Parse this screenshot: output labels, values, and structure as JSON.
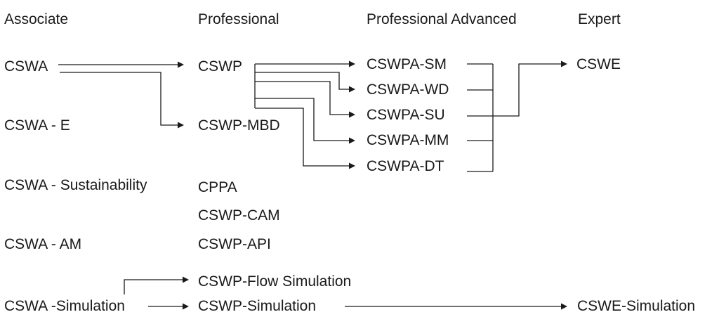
{
  "columns": {
    "associate": "Associate",
    "professional": "Professional",
    "professional_advanced": "Professional Advanced",
    "expert": "Expert"
  },
  "associate": [
    "CSWA",
    "CSWA - E",
    "CSWA - Sustainability",
    "CSWA - AM",
    "CSWA -Simulation"
  ],
  "professional": [
    "CSWP",
    "CSWP-MBD",
    "CPPA",
    "CSWP-CAM",
    "CSWP-API",
    "CSWP-Flow Simulation",
    "CSWP-Simulation"
  ],
  "professional_advanced": [
    "CSWPA-SM",
    "CSWPA-WD",
    "CSWPA-SU",
    "CSWPA-MM",
    "CSWPA-DT"
  ],
  "expert": [
    "CSWE",
    "CSWE-Simulation"
  ],
  "connections": [
    {
      "from": "CSWA",
      "to": "CSWP"
    },
    {
      "from": "CSWA",
      "to": "CSWP-MBD"
    },
    {
      "from": "CSWP",
      "to": "CSWPA-SM"
    },
    {
      "from": "CSWP",
      "to": "CSWPA-WD"
    },
    {
      "from": "CSWP",
      "to": "CSWPA-SU"
    },
    {
      "from": "CSWP",
      "to": "CSWPA-MM"
    },
    {
      "from": "CSWP",
      "to": "CSWPA-DT"
    },
    {
      "from": "CSWPA-*",
      "to": "CSWE"
    },
    {
      "from": "CSWA -Simulation",
      "to": "CSWP-Flow Simulation"
    },
    {
      "from": "CSWA -Simulation",
      "to": "CSWP-Simulation"
    },
    {
      "from": "CSWP-Simulation",
      "to": "CSWE-Simulation"
    }
  ]
}
